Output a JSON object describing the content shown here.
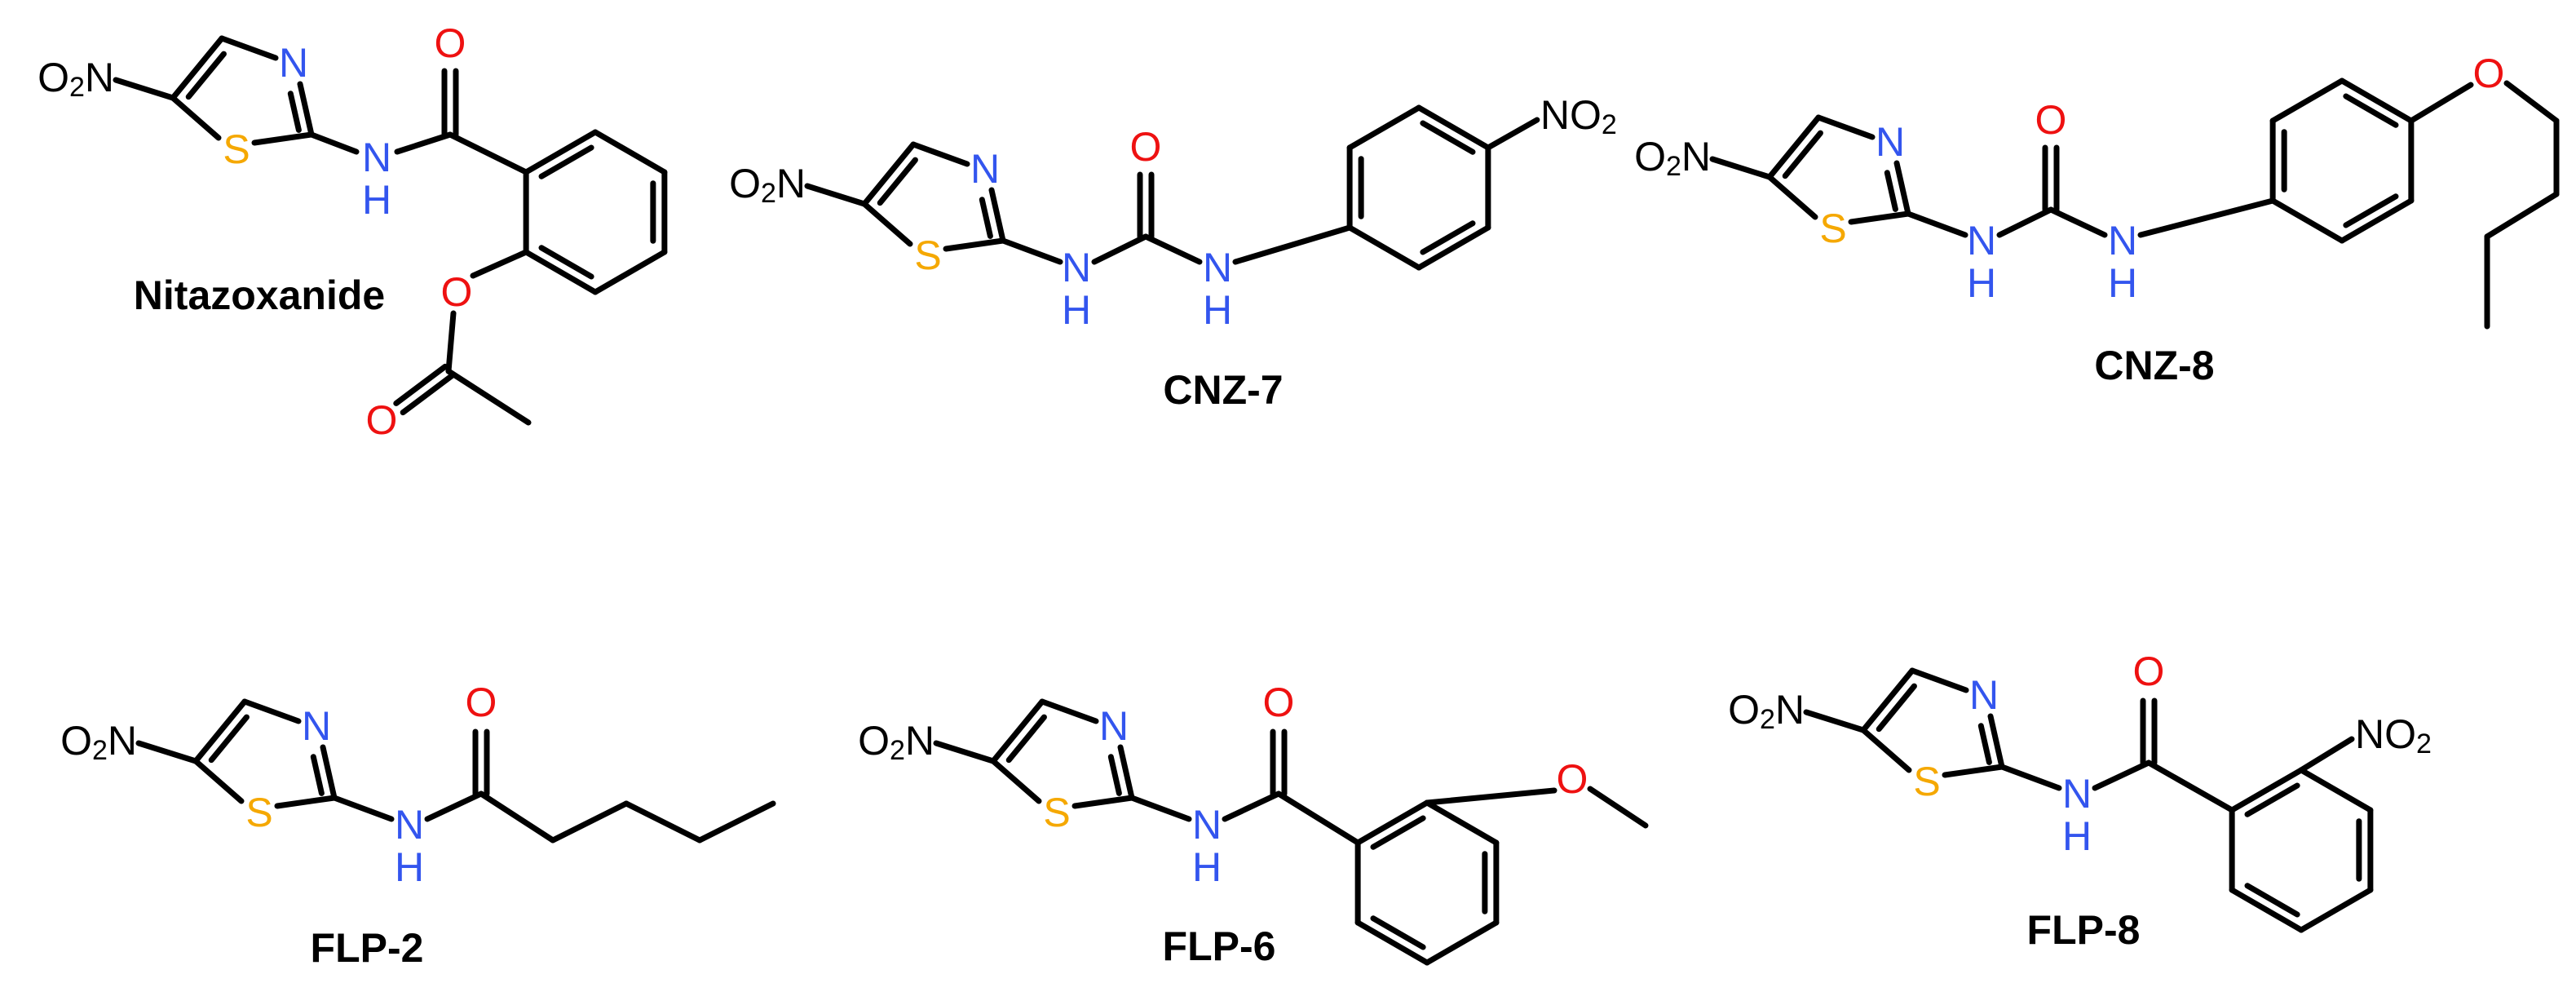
{
  "colors": {
    "bond": "#000000",
    "N": "#3355ee",
    "O": "#ee1111",
    "S": "#f5a800",
    "text": "#000000"
  },
  "compounds": [
    {
      "name": "Nitazoxanide",
      "groups": {
        "nitro": "O2N",
        "amide_nh": "NH",
        "carbonyl_o": "O",
        "ester_o": "O",
        "acetyl_o": "O",
        "ring_n": "N",
        "ring_s": "S"
      }
    },
    {
      "name": "CNZ-7",
      "groups": {
        "nitro": "O2N",
        "urea_nh1": "NH",
        "urea_nh2": "NH",
        "carbonyl_o": "O",
        "aryl_nitro": "NO2",
        "ring_n": "N",
        "ring_s": "S"
      }
    },
    {
      "name": "CNZ-8",
      "groups": {
        "nitro": "O2N",
        "urea_nh1": "NH",
        "urea_nh2": "NH",
        "carbonyl_o": "O",
        "ether_o": "O",
        "ring_n": "N",
        "ring_s": "S"
      }
    },
    {
      "name": "FLP-2",
      "groups": {
        "nitro": "O2N",
        "amide_nh": "NH",
        "carbonyl_o": "O",
        "ring_n": "N",
        "ring_s": "S"
      }
    },
    {
      "name": "FLP-6",
      "groups": {
        "nitro": "O2N",
        "amide_nh": "NH",
        "carbonyl_o": "O",
        "ether_o": "O",
        "ring_n": "N",
        "ring_s": "S"
      }
    },
    {
      "name": "FLP-8",
      "groups": {
        "nitro": "O2N",
        "amide_nh": "NH",
        "carbonyl_o": "O",
        "aryl_nitro": "NO2",
        "ring_n": "N",
        "ring_s": "S"
      }
    }
  ]
}
